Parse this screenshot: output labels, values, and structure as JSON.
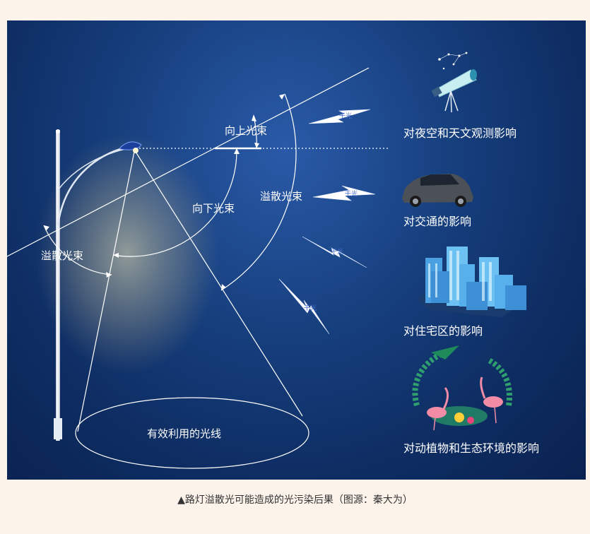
{
  "diagram": {
    "labels": {
      "upward_beam": "向上光束",
      "downward_beam": "向下光束",
      "spill_beam_right": "溢散光束",
      "spill_beam_left": "溢散光束",
      "effective_light": "有效利用的光线"
    },
    "bolt_text": "干光",
    "impacts": [
      {
        "label": "对夜空和天文观测影响",
        "icon": "telescope-icon"
      },
      {
        "label": "对交通的影响",
        "icon": "car-icon"
      },
      {
        "label": "对住宅区的影响",
        "icon": "buildings-icon"
      },
      {
        "label": "对动植物和生态环境的影响",
        "icon": "flamingo-palm-icon"
      }
    ]
  },
  "caption": "▲路灯溢散光可能造成的光污染后果（图源：秦大为）",
  "colors": {
    "background": "#fcf3ea",
    "panel_dark": "#0a2250",
    "panel_light": "#2a5aa8",
    "line": "#ffffff",
    "caption_text": "#333333"
  }
}
